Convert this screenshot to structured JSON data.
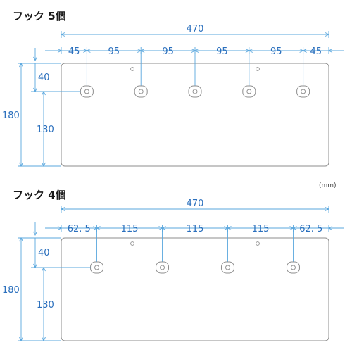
{
  "unit_label": "(mm)",
  "diagrams": [
    {
      "title": "フック 5個",
      "total_width": "470",
      "segments": [
        "45",
        "95",
        "95",
        "95",
        "95",
        "45"
      ],
      "height_total": "180",
      "height_top": "40",
      "height_bottom": "130",
      "hook_count": 5
    },
    {
      "title": "フック 4個",
      "total_width": "470",
      "segments": [
        "62. 5",
        "115",
        "115",
        "115",
        "62. 5"
      ],
      "height_total": "180",
      "height_top": "40",
      "height_bottom": "130",
      "hook_count": 4
    }
  ],
  "colors": {
    "dimension": "#5aa7de",
    "dimension_text": "#2a6fbd",
    "outline": "#8d8d8d"
  }
}
